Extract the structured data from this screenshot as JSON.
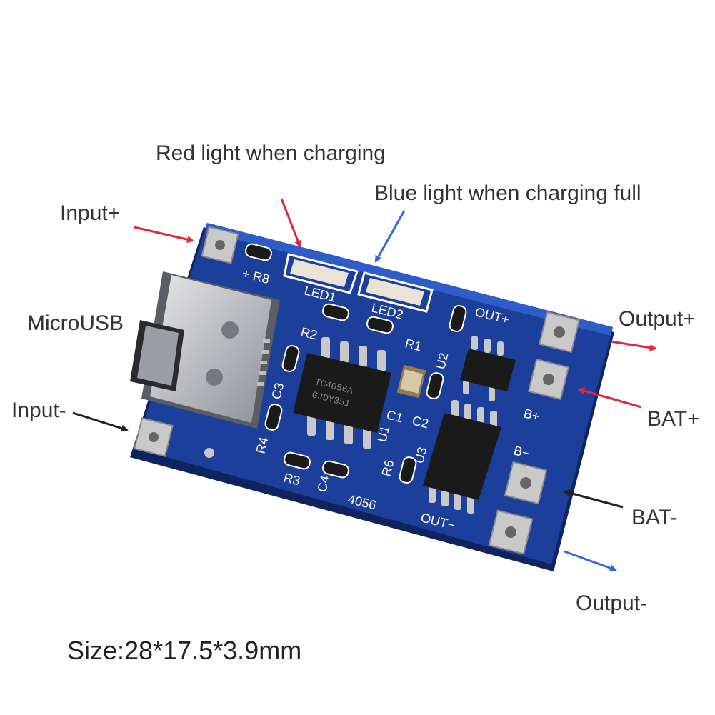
{
  "annotations": {
    "red_light": "Red light when charging",
    "blue_light": "Blue light when charging full",
    "input_plus": "Input+",
    "micro_usb": "MicroUSB",
    "input_minus": "Input-",
    "output_plus": "Output+",
    "bat_plus": "BAT+",
    "bat_minus": "BAT-",
    "output_minus": "Output-"
  },
  "size": "Size:28*17.5*3.9mm",
  "board": {
    "silkscreen": {
      "r8": "+ R8",
      "led1": "LED1",
      "led2": "LED2",
      "out_plus": "OUT+",
      "r2": "R2",
      "r1": "R1",
      "u2": "U2",
      "c3": "C3",
      "c1": "C1",
      "c2": "C2",
      "u1": "U1",
      "b_plus": "B+",
      "b_minus": "B−",
      "r4": "R4",
      "r3": "R3",
      "c4": "C4",
      "r6": "R6",
      "u3": "U3",
      "model": "4056",
      "out_minus": "OUT−"
    },
    "chip_marking": [
      "TC4056A",
      "GJDY351"
    ]
  },
  "colors": {
    "pcb_blue": "#1c3f9c",
    "arrow_red": "#e0283c",
    "arrow_blue": "#2f6ad8",
    "arrow_black": "#222222"
  }
}
